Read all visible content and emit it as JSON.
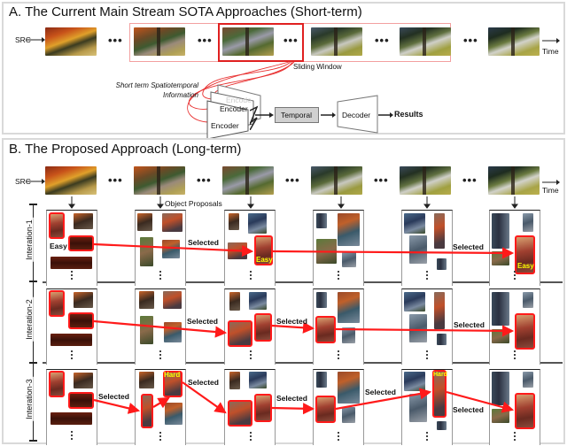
{
  "panel_a": {
    "title": "A. The Current Main Stream SOTA Approaches (Short-term)",
    "src_label": "SRC",
    "time_label": "Time",
    "ellipsis": "•••",
    "sliding_window_label": "Sliding Window",
    "short_term_label_line1": "Short term Spatiotemporal",
    "short_term_label_line2": "Information",
    "encoder_label": "Encoder",
    "encoder_back_label": "Encode",
    "temporal_label": "Temporal",
    "decoder_label": "Decoder",
    "results_label": "Results",
    "frame_count": 6
  },
  "panel_b": {
    "title": "B. The Proposed Approach (Long-term)",
    "src_label": "SRC",
    "time_label": "Time",
    "ellipsis": "•••",
    "object_proposals_label": "Object Proposals",
    "iterations": [
      {
        "label": "Interation-1",
        "selected_labels": [
          "Selected",
          "Selected"
        ],
        "tags": [
          "Easy",
          "Easy",
          "Easy"
        ]
      },
      {
        "label": "Interation-2",
        "selected_labels": [
          "Selected",
          "Selected",
          "Selected"
        ]
      },
      {
        "label": "Interation-3",
        "selected_labels": [
          "Selected",
          "Selected",
          "Selected",
          "Selected",
          "Selected"
        ],
        "tags": [
          "Hard",
          "Hard"
        ]
      }
    ],
    "easy_label": "Easy",
    "hard_label": "Hard",
    "selected_label": "Selected"
  },
  "colors": {
    "selection_red": "#ff1a1a",
    "tag_yellow": "#ffff00",
    "panel_border": "#d9d9d9",
    "temporal_fill": "#d0d0d0"
  }
}
